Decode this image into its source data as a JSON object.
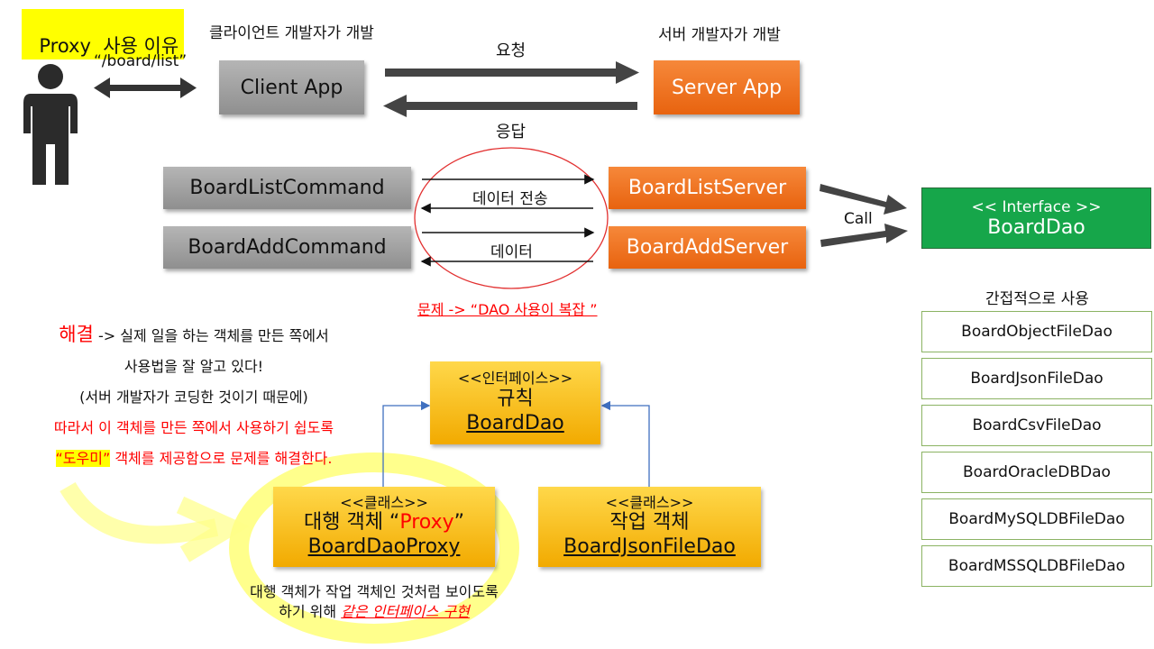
{
  "title": "Proxy  사용 이유",
  "top": {
    "url_label": "“/board/list”",
    "client_caption": "클라이언트 개발자가 개발",
    "server_caption": "서버 개발자가 개발",
    "client_app": "Client App",
    "server_app": "Server App",
    "request": "요청",
    "response": "응답"
  },
  "commands": [
    "BoardListCommand",
    "BoardAddCommand"
  ],
  "servers": [
    "BoardListServer",
    "BoardAddServer"
  ],
  "transfer_labels": [
    "데이터 전송",
    "데이터"
  ],
  "call": "Call",
  "interface_box": {
    "stereotype": "<< Interface >>",
    "name": "BoardDao"
  },
  "problem": "문제 -> “DAO 사용이 복잡 ”",
  "indirect_caption": "간접적으로 사용",
  "dao_impls": [
    "BoardObjectFileDao",
    "BoardJsonFileDao",
    "BoardCsvFileDao",
    "BoardOracleDBDao",
    "BoardMySQLDBFileDao",
    "BoardMSSQLDBFileDao"
  ],
  "solution": {
    "head": "해결",
    "line1_rest": " -> 실제 일을 하는 객체를 만든 쪽에서",
    "line2": "사용법을 잘 알고 있다!",
    "line3": "(서버 개발자가 코딩한 것이기 때문에)",
    "line4": "따라서 이 객체를 만든 쪽에서 사용하기 쉽도록",
    "line5_highlight": "“도우미”",
    "line5_rest": " 객체를 제공함으로 문제를 해결한다."
  },
  "rule_box": {
    "stereotype": "<<인터페이스>>",
    "label": "규칙",
    "name": "BoardDao"
  },
  "proxy_box": {
    "stereotype": "<<클래스>>",
    "label_pre": "대행 객체 “",
    "label_red": "Proxy",
    "label_post": "”",
    "name": "BoardDaoProxy"
  },
  "work_box": {
    "stereotype": "<<클래스>>",
    "label": "작업 객체",
    "name": "BoardJsonFileDao"
  },
  "bottom_note": {
    "line1": "대행 객체가 작업 객체인 것처럼 보이도록",
    "line2_pre": "하기 위해 ",
    "line2_red": "같은 인터페이스 구현"
  },
  "colors": {
    "accent_red": "#ff0000",
    "title_highlight": "#ffff00",
    "orange": "#ed6c17",
    "green": "#16a64a",
    "gold": "#f7c21b"
  }
}
